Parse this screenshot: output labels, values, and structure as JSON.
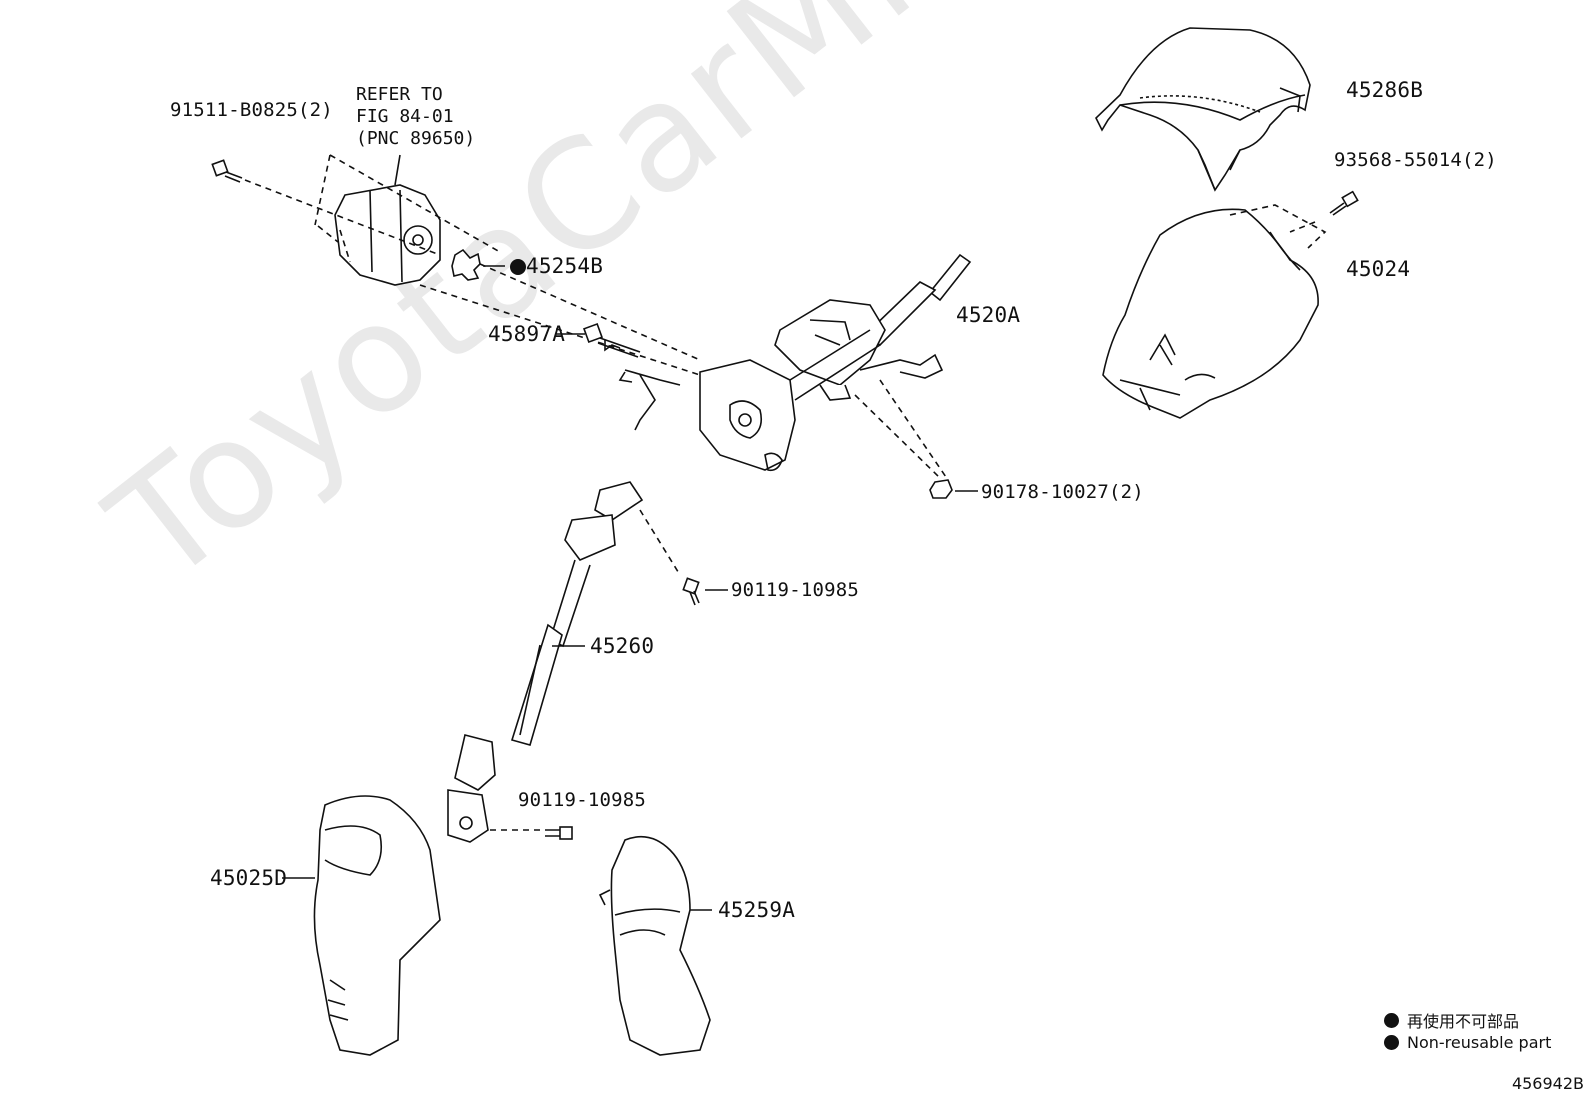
{
  "watermark": "ToyotaCarMine.ru",
  "diagram_id": "456942B",
  "reference_note": {
    "line1": "REFER TO",
    "line2": "FIG 84-01",
    "line3": "(PNC 89650)"
  },
  "parts": {
    "p91511": "91511-B0825(2)",
    "p45254B": "45254B",
    "p45897A": "45897A",
    "p4520A": "4520A",
    "p45286B": "45286B",
    "p93568": "93568-55014(2)",
    "p45024": "45024",
    "p90178": "90178-10027(2)",
    "p90119_upper": "90119-10985",
    "p45260": "45260",
    "p90119_lower": "90119-10985",
    "p45025D": "45025D",
    "p45259A": "45259A"
  },
  "legend": {
    "jp": "再使用不可部品",
    "en": "Non-reusable part"
  },
  "icons": [
    "non-reusable-dot-icon"
  ]
}
